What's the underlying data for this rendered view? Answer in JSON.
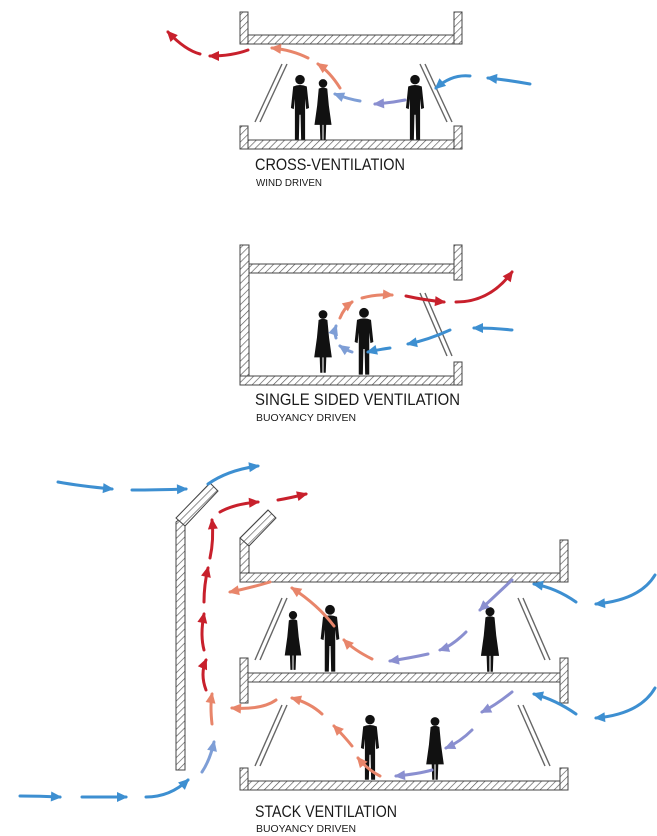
{
  "diagrams": [
    {
      "title": "CROSS-VENTILATION",
      "subtitle": "WIND DRIVEN"
    },
    {
      "title": "SINGLE SIDED VENTILATION",
      "subtitle": "BUOYANCY DRIVEN"
    },
    {
      "title": "STACK VENTILATION",
      "subtitle": "BUOYANCY DRIVEN"
    }
  ],
  "colors": {
    "cool_air": "#3d8fd1",
    "light_cool": "#7e9ed6",
    "mid_cool": "#8a8fd0",
    "warm_air": "#e8856a",
    "hot_air": "#c8202c",
    "wall_hatch": "#555555",
    "person": "#111111"
  }
}
